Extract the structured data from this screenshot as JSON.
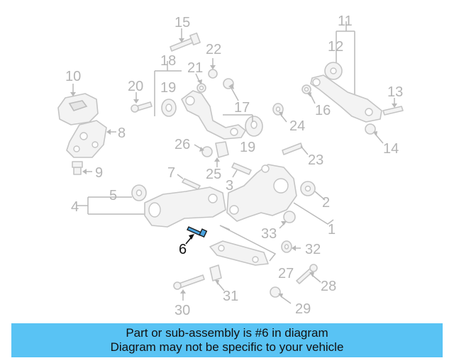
{
  "callouts": {
    "n1": "1",
    "n2": "2",
    "n3": "3",
    "n4": "4",
    "n5": "5",
    "n6": "6",
    "n7": "7",
    "n8": "8",
    "n9": "9",
    "n10": "10",
    "n11": "11",
    "n12": "12",
    "n13": "13",
    "n14": "14",
    "n15": "15",
    "n16": "16",
    "n17": "17",
    "n18": "18",
    "n19a": "19",
    "n19b": "19",
    "n20": "20",
    "n21": "21",
    "n22": "22",
    "n23": "23",
    "n24": "24",
    "n25": "25",
    "n26": "26",
    "n27": "27",
    "n28": "28",
    "n29": "29",
    "n30": "30",
    "n31": "31",
    "n32": "32",
    "n33": "33"
  },
  "highlighted_part": "6",
  "colors": {
    "banner": "#59c3f4",
    "highlight_part": "#4aa3df",
    "callout_gray": "#b4b4b4"
  },
  "banner": {
    "line1": "Part or sub-assembly is #6 in diagram",
    "line2": "Diagram may not be specific to your vehicle"
  }
}
